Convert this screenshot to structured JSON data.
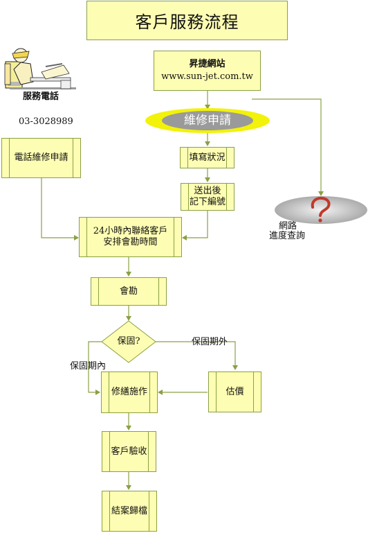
{
  "title": "客戶服務流程",
  "website": {
    "name": "昇捷網站",
    "url": "www.sun-jet.com.tw"
  },
  "phone_service": {
    "label": "服務電話",
    "number": "03-3028989"
  },
  "online_repair": "維修申請",
  "nodes": {
    "phone_repair": "電話維修申請",
    "fill_status": "填寫狀況",
    "send_number_l1": "送出後",
    "send_number_l2": "記下編號",
    "contact_l1": "24小時內聯絡客戶",
    "contact_l2": "安排會勘時間",
    "survey": "會勘",
    "decision": "保固?",
    "repair": "修繕施作",
    "estimate": "估價",
    "acceptance": "客戶驗收",
    "close": "結案歸檔"
  },
  "edge_labels": {
    "in_warranty": "保固期內",
    "out_warranty": "保固期外"
  },
  "progress_query": {
    "line1": "網路",
    "line2": "進度查詢",
    "icon": "question-mark-icon"
  },
  "colors": {
    "box_fill": "#fdfdb3",
    "border": "#8aa043",
    "ellipse_text": "#ffffff",
    "question": "#c0392b"
  }
}
